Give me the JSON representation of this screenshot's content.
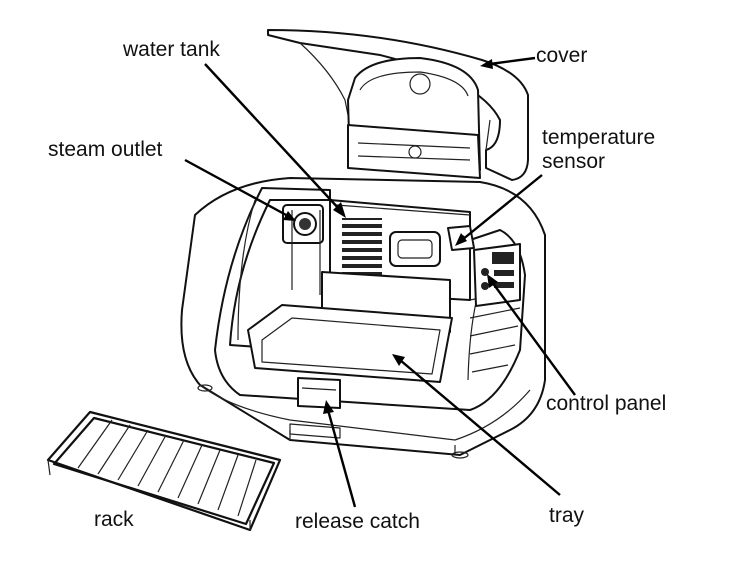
{
  "labels": {
    "water_tank": "water tank",
    "cover": "cover",
    "steam_outlet": "steam outlet",
    "temperature": "temperature",
    "sensor": "sensor",
    "control_panel": "control panel",
    "rack": "rack",
    "release_catch": "release catch",
    "tray": "tray"
  }
}
